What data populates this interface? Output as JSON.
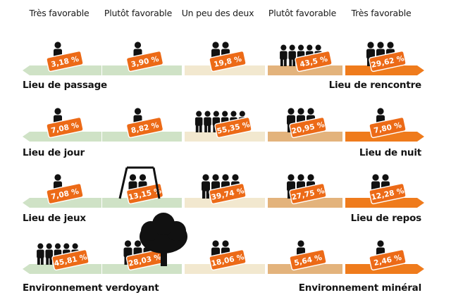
{
  "chart_data": {
    "type": "table",
    "columns": [
      "Très favorable",
      "Plutôt favorable",
      "Un peu des deux",
      "Plutôt favorable",
      "Très favorable"
    ],
    "rows": [
      {
        "left_label": "Lieu de passage",
        "right_label": "Lieu de rencontre",
        "values": [
          3.18,
          3.9,
          19.8,
          43.5,
          29.62
        ],
        "value_labels": [
          "3,18 %",
          "3,90 %",
          "19,8 %",
          "43,5 %",
          "29,62 %"
        ]
      },
      {
        "left_label": "Lieu de jour",
        "right_label": "Lieu de nuit",
        "values": [
          7.08,
          8.82,
          55.35,
          20.95,
          7.8
        ],
        "value_labels": [
          "7,08 %",
          "8,82 %",
          "55,35 %",
          "20,95 %",
          "7,80 %"
        ]
      },
      {
        "left_label": "Lieu de jeux",
        "right_label": "Lieu de repos",
        "values": [
          7.08,
          13.15,
          39.74,
          27.75,
          12.28
        ],
        "value_labels": [
          "7,08 %",
          "13,15 %",
          "39,74 %",
          "27,75 %",
          "12,28 %"
        ]
      },
      {
        "left_label": "Environnement verdoyant",
        "right_label": "Environnement minéral",
        "values": [
          45.81,
          28.03,
          18.06,
          5.64,
          2.46
        ],
        "value_labels": [
          "45,81 %",
          "28,03 %",
          "18,06 %",
          "5,64 %",
          "2,46 %"
        ]
      }
    ],
    "people_counts": [
      [
        1,
        1,
        2,
        5,
        3
      ],
      [
        1,
        1,
        6,
        3,
        1
      ],
      [
        1,
        2,
        4,
        3,
        2
      ],
      [
        5,
        3,
        2,
        1,
        1
      ]
    ],
    "colors": {
      "left_arrow": "#cfe2c6",
      "middle": "#f2e8cf",
      "right_light": "#e3b37c",
      "right_strong": "#ef7b1c",
      "bubble": "#ec6a17",
      "figure": "#111111"
    }
  }
}
